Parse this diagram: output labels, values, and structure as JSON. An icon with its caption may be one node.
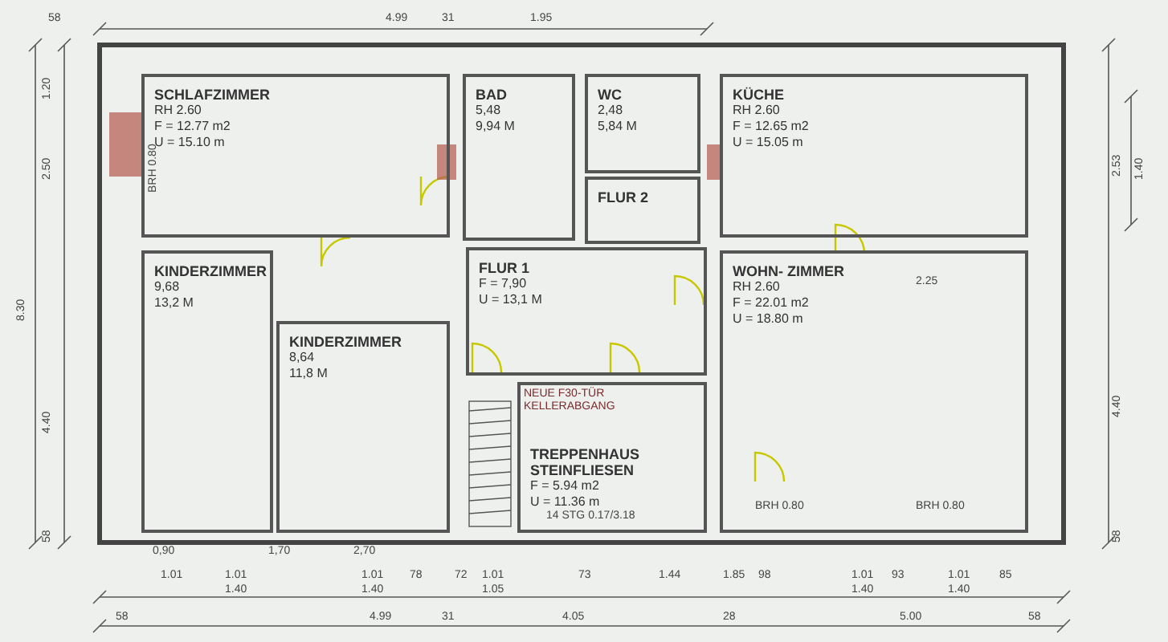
{
  "diagram": {
    "nodes": [
      {
        "text": [
          "SCHLAFZIMMER",
          "RH 2.60",
          "F = 12.77 m2",
          "U = 15.10 m"
        ]
      },
      {
        "text": [
          "BAD",
          "5,48",
          "9,94 M"
        ]
      },
      {
        "text": [
          "WC",
          "2,48",
          "5,84 M"
        ]
      },
      {
        "text": [
          "FLUR 2"
        ]
      },
      {
        "text": [
          "KÜCHE",
          "RH 2.60",
          "F = 12.65 m2",
          "U = 15.05 m"
        ]
      },
      {
        "text": [
          "KINDERZIMMER",
          "9,68",
          "13,2 M"
        ]
      },
      {
        "text": [
          "KINDERZIMMER",
          "8,64",
          "11,8 M"
        ]
      },
      {
        "text": [
          "FLUR 1",
          "F = 7,90",
          "U = 13,1 M"
        ]
      },
      {
        "text": [
          "TREPPENHAUS STEINFLIESEN",
          "F = 5.94 m2",
          "U = 11.36 m"
        ]
      },
      {
        "text": [
          "WOHN- ZIMMER",
          "RH 2.60",
          "F = 22.01 m2",
          "U = 18.80 m"
        ]
      }
    ],
    "labels": [
      "58",
      "4.99",
      "31",
      "1.95",
      "1.20",
      "2.50",
      "8.30",
      "4.40",
      "58",
      "2.53",
      "1.40",
      "4.40",
      "58",
      "2.25",
      "BRH 0.80",
      "BRH 0.80",
      "BRH 0.80",
      "NEUE F30-TÜR KELLERABGANG",
      "14 STG 0.17/3.18",
      "0,90",
      "1,70",
      "2,70",
      "1.01",
      "1.01",
      "1.01",
      "78",
      "72",
      "1.01",
      "73",
      "1.44",
      "1.85",
      "98",
      "1.01",
      "93",
      "1.01",
      "85",
      "1.40",
      "1.40",
      "1.05",
      "1.40",
      "1.40",
      "58",
      "4.99",
      "31",
      "4.05",
      "28",
      "5.00",
      "58"
    ]
  }
}
